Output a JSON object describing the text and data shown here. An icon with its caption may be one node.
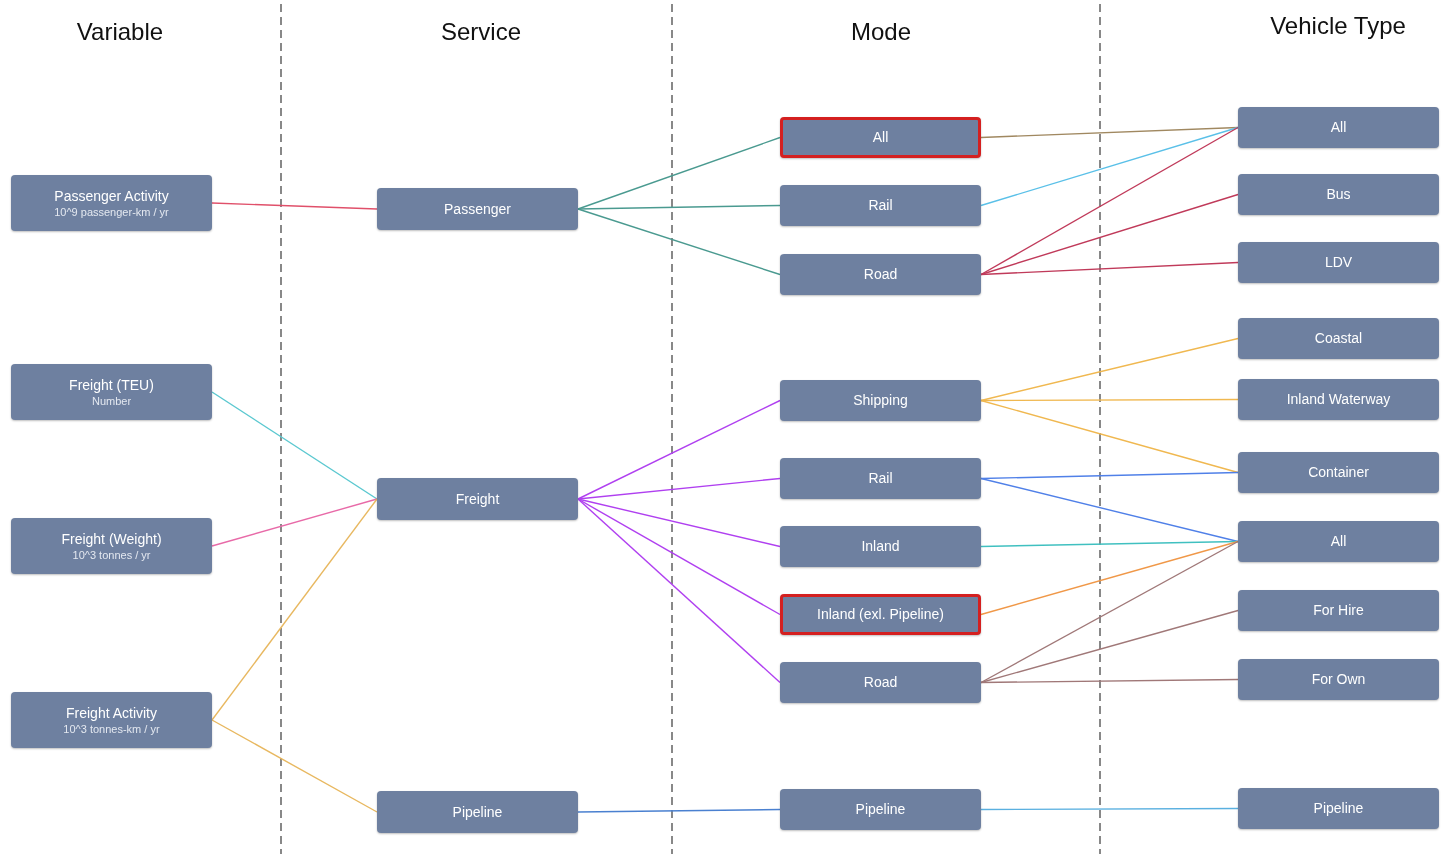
{
  "diagram": {
    "nodes": [
      {
        "text": [
          "Passenger Activity",
          "10^9 passenger-km / yr"
        ]
      },
      {
        "text": [
          "Freight (TEU)",
          "Number"
        ]
      },
      {
        "text": [
          "Freight (Weight)",
          "10^3 tonnes / yr"
        ]
      },
      {
        "text": [
          "Freight Activity",
          "10^3 tonnes-km / yr"
        ]
      },
      {
        "text": [
          "Passenger"
        ]
      },
      {
        "text": [
          "Freight"
        ]
      },
      {
        "text": [
          "Pipeline"
        ]
      },
      {
        "text": [
          "All"
        ]
      },
      {
        "text": [
          "Rail"
        ]
      },
      {
        "text": [
          "Road"
        ]
      },
      {
        "text": [
          "Shipping"
        ]
      },
      {
        "text": [
          "Rail"
        ]
      },
      {
        "text": [
          "Inland"
        ]
      },
      {
        "text": [
          "Inland (exl. Pipeline)"
        ]
      },
      {
        "text": [
          "Road"
        ]
      },
      {
        "text": [
          "Pipeline"
        ]
      },
      {
        "text": [
          "All"
        ]
      },
      {
        "text": [
          "Bus"
        ]
      },
      {
        "text": [
          "LDV"
        ]
      },
      {
        "text": [
          "Coastal"
        ]
      },
      {
        "text": [
          "Inland Waterway"
        ]
      },
      {
        "text": [
          "Container"
        ]
      },
      {
        "text": [
          "All"
        ]
      },
      {
        "text": [
          "For Hire"
        ]
      },
      {
        "text": [
          "For Own"
        ]
      },
      {
        "text": [
          "Pipeline"
        ]
      }
    ],
    "edges": [
      {
        "from": 0,
        "to": 4,
        "arrow": "none",
        "color": "#e0506a"
      },
      {
        "from": 1,
        "to": 5,
        "arrow": "none",
        "color": "#5bc8d0"
      },
      {
        "from": 2,
        "to": 5,
        "arrow": "none",
        "color": "#e86aa8"
      },
      {
        "from": 3,
        "to": 5,
        "arrow": "none",
        "color": "#e8b860"
      },
      {
        "from": 3,
        "to": 6,
        "arrow": "none",
        "color": "#e8b860"
      },
      {
        "from": 4,
        "to": 7,
        "arrow": "none",
        "color": "#4a9a90"
      },
      {
        "from": 4,
        "to": 8,
        "arrow": "none",
        "color": "#4a9a90"
      },
      {
        "from": 4,
        "to": 9,
        "arrow": "none",
        "color": "#4a9a90"
      },
      {
        "from": 5,
        "to": 10,
        "arrow": "none",
        "color": "#b040f0"
      },
      {
        "from": 5,
        "to": 11,
        "arrow": "none",
        "color": "#b040f0"
      },
      {
        "from": 5,
        "to": 12,
        "arrow": "none",
        "color": "#b040f0"
      },
      {
        "from": 5,
        "to": 13,
        "arrow": "none",
        "color": "#b040f0"
      },
      {
        "from": 5,
        "to": 14,
        "arrow": "none",
        "color": "#b040f0"
      },
      {
        "from": 6,
        "to": 15,
        "arrow": "none",
        "color": "#4a80d0"
      },
      {
        "from": 7,
        "to": 16,
        "arrow": "none",
        "color": "#a08860"
      },
      {
        "from": 8,
        "to": 16,
        "arrow": "none",
        "color": "#5ac0e8"
      },
      {
        "from": 9,
        "to": 16,
        "arrow": "none",
        "color": "#c03a5a"
      },
      {
        "from": 9,
        "to": 17,
        "arrow": "none",
        "color": "#c03a5a"
      },
      {
        "from": 9,
        "to": 18,
        "arrow": "none",
        "color": "#c03a5a"
      },
      {
        "from": 10,
        "to": 19,
        "arrow": "none",
        "color": "#f0b850"
      },
      {
        "from": 10,
        "to": 20,
        "arrow": "none",
        "color": "#f0b850"
      },
      {
        "from": 10,
        "to": 21,
        "arrow": "none",
        "color": "#f0b850"
      },
      {
        "from": 11,
        "to": 21,
        "arrow": "none",
        "color": "#5080e8"
      },
      {
        "from": 11,
        "to": 22,
        "arrow": "none",
        "color": "#5080e8"
      },
      {
        "from": 12,
        "to": 22,
        "arrow": "none",
        "color": "#40c0c0"
      },
      {
        "from": 13,
        "to": 22,
        "arrow": "none",
        "color": "#f09848"
      },
      {
        "from": 14,
        "to": 22,
        "arrow": "none",
        "color": "#a07878"
      },
      {
        "from": 14,
        "to": 23,
        "arrow": "none",
        "color": "#a07878"
      },
      {
        "from": 14,
        "to": 24,
        "arrow": "none",
        "color": "#a07878"
      },
      {
        "from": 15,
        "to": 25,
        "arrow": "none",
        "color": "#5ab0e0"
      }
    ],
    "labels": [
      "Variable",
      "Service",
      "Mode",
      "Vehicle Type"
    ]
  }
}
